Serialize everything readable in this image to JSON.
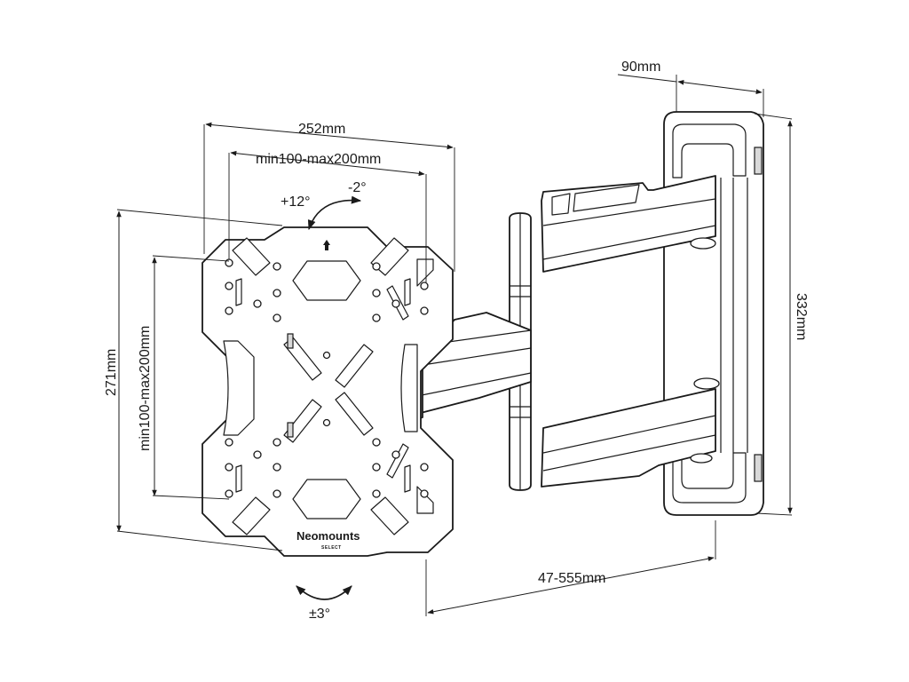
{
  "dimensions": {
    "plate_width": "252mm",
    "vesa_horizontal": "min100-max200mm",
    "tilt_up": "+12°",
    "tilt_down": "-2°",
    "plate_height": "271mm",
    "vesa_vertical": "min100-max200mm",
    "rotation": "±3°",
    "wall_plate_depth": "90mm",
    "wall_plate_height": "332mm",
    "extension_range": "47-555mm"
  },
  "branding": {
    "brand_name": "Neomounts",
    "brand_line": "SELECT"
  }
}
